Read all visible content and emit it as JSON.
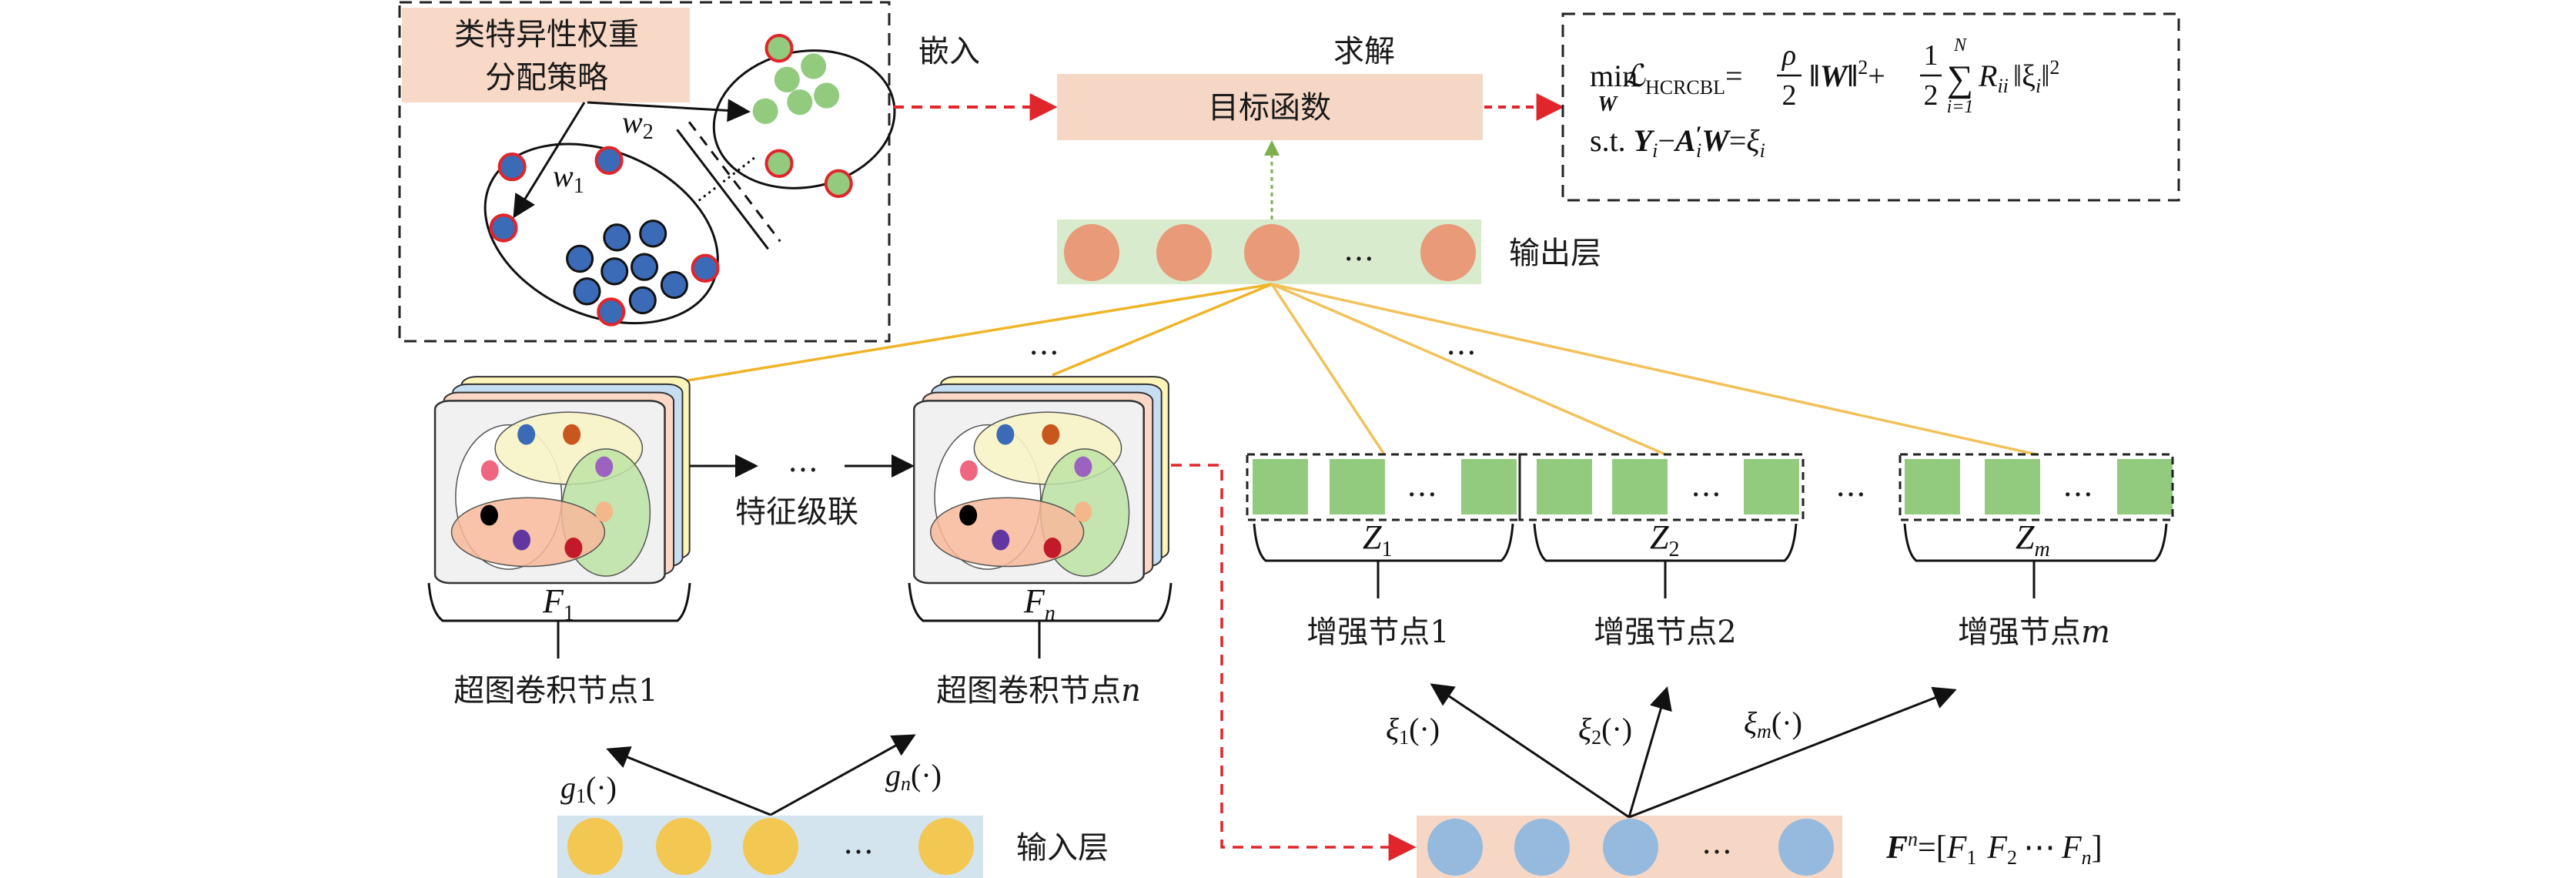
{
  "strategy": {
    "title_line1": "类特异性权重",
    "title_line2": "分配策略",
    "w1": "w",
    "w1_sub": "1",
    "w2": "w",
    "w2_sub": "2"
  },
  "labels": {
    "embed": "嵌入",
    "solve": "求解",
    "objective": "目标函数",
    "output_layer": "输出层",
    "input_layer": "输入层",
    "feature_cascade": "特征级联",
    "ellipsis": "…",
    "hgc_node_1": "超图卷积节点1",
    "hgc_node_n_prefix": "超图卷积节点",
    "hgc_node_n_suffix": "n",
    "enh_node_1": "增强节点1",
    "enh_node_2": "增强节点2",
    "enh_node_m_prefix": "增强节点",
    "enh_node_m_suffix": "m"
  },
  "symbols": {
    "F": "F",
    "F1_sub": "1",
    "Fn_sub": "n",
    "Z": "Z",
    "Z1_sub": "1",
    "Z2_sub": "2",
    "Zm_sub": "m",
    "g": "g",
    "g1_sub": "1",
    "gn_sub": "n",
    "arg": "(·)",
    "xi": "ξ",
    "xi1_sub": "1",
    "xi2_sub": "2",
    "xim_sub": "m"
  },
  "concat": {
    "lhs": "F",
    "sup": "n",
    "eq": "=[",
    "f": "F",
    "s1": "1",
    "s2": "2",
    "dots": "⋯",
    "sn": "n",
    "close": "]"
  },
  "formula": {
    "min": "min",
    "min_sub": "W",
    "L": "ℒ",
    "L_sub": "HCRCBL",
    "eq": "=",
    "rho": "ρ",
    "two": "2",
    "normW": "‖W‖",
    "sq": "2",
    "plus": "+",
    "one": "1",
    "sum": "∑",
    "sum_top": "N",
    "sum_bot": "i=1",
    "R": "R",
    "R_sub": "ii",
    "normXi": "‖ξ",
    "xi_sub": "i",
    "normClose": "‖",
    "st": "s.t.",
    "Y": "Y",
    "Y_sub": "i",
    "minus": "−",
    "A": "A",
    "A_prime": "′",
    "A_sub": "i",
    "W": "W",
    "eq2": "=",
    "xi": "ξ",
    "xi_sub2": "i"
  },
  "colors": {
    "red_dashed": "#e0252b",
    "green_dotted": "#7fae4e",
    "yellow_line": "#f0b429",
    "strategy_box": "#f8d9c8",
    "objective_box": "#f6d7c6",
    "output_band": "#d8ebcd",
    "output_node": "#e99a78",
    "input_band": "#d3e4ef",
    "input_node": "#f2c752",
    "concat_band": "#f6d7c6",
    "concat_node": "#96badd",
    "enh_node": "#93cb7e",
    "blue_dot": "#3b6bb6",
    "green_dot": "#93cb7e"
  }
}
